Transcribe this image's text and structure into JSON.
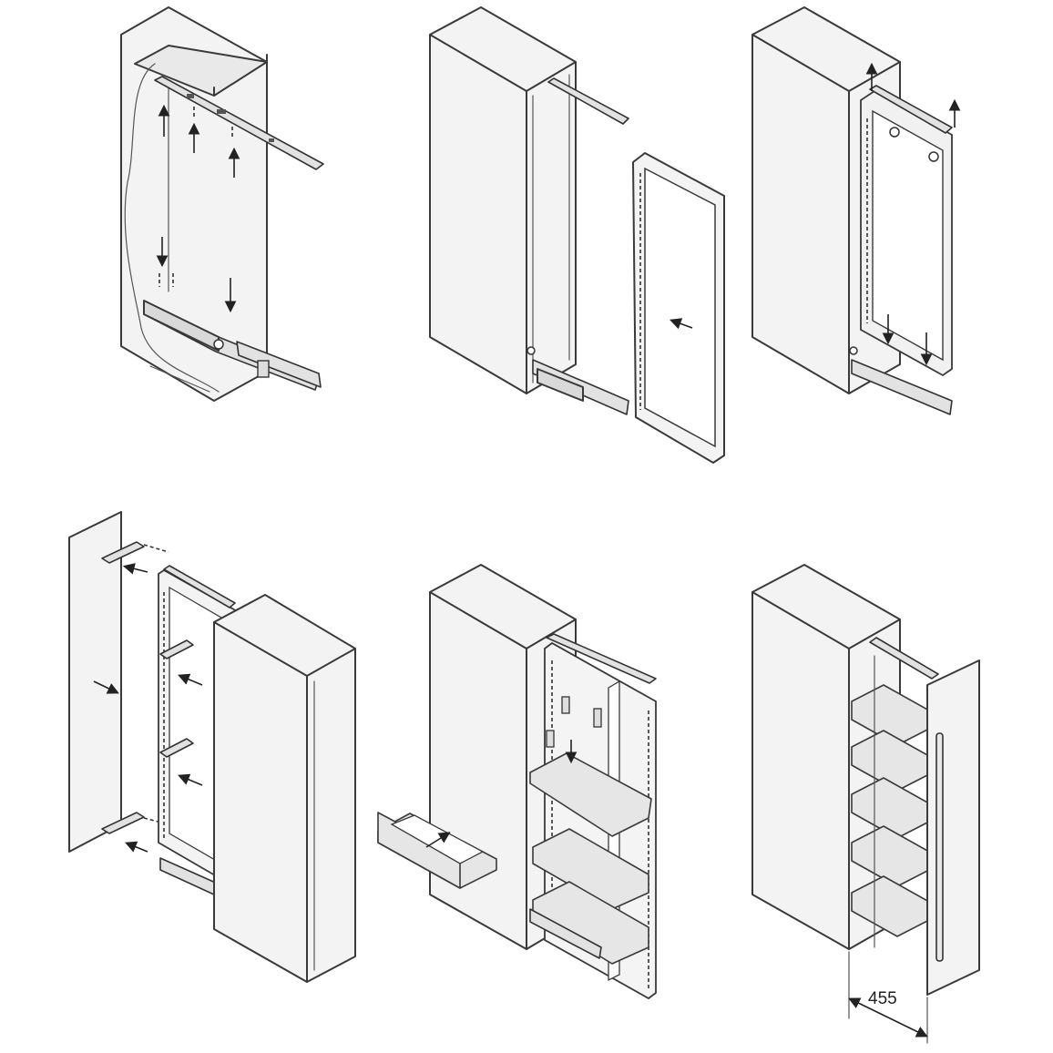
{
  "steps": [
    {
      "id": 1,
      "name": "mount-rails-in-cabinet"
    },
    {
      "id": 2,
      "name": "attach-frame"
    },
    {
      "id": 3,
      "name": "fix-frame-to-rails"
    },
    {
      "id": 4,
      "name": "attach-front-panel"
    },
    {
      "id": 5,
      "name": "insert-trays"
    },
    {
      "id": 6,
      "name": "finished-pull-out"
    }
  ],
  "dimension": {
    "width_label": "455"
  },
  "colors": {
    "line": "#3a3a3a",
    "panel": "#e9e9e9",
    "background": "#ffffff"
  }
}
